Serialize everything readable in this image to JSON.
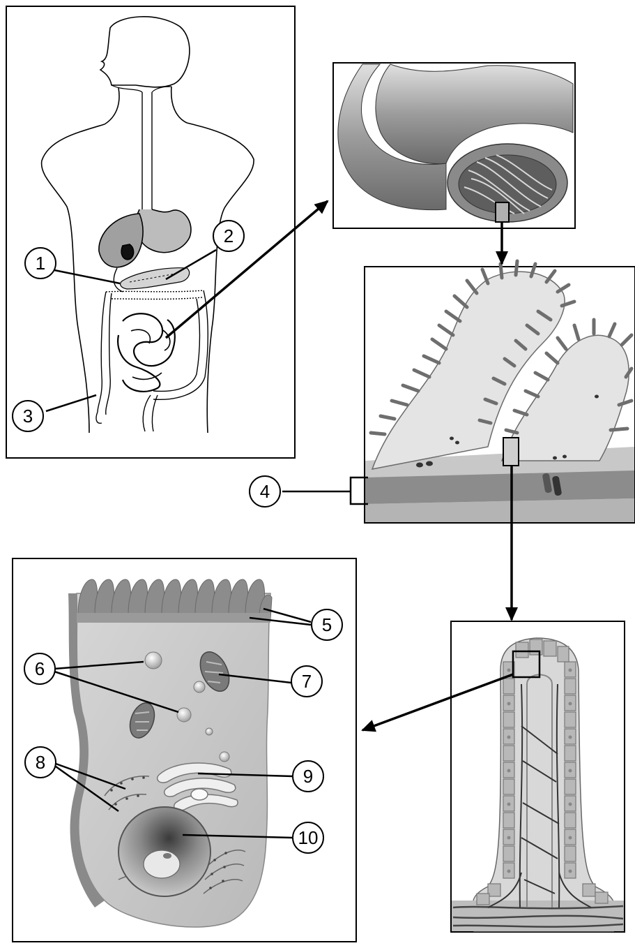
{
  "callouts": [
    {
      "id": "c1",
      "text": "1"
    },
    {
      "id": "c2",
      "text": "2"
    },
    {
      "id": "c3",
      "text": "3"
    },
    {
      "id": "c4",
      "text": "4"
    },
    {
      "id": "c5",
      "text": "5"
    },
    {
      "id": "c6",
      "text": "6"
    },
    {
      "id": "c7",
      "text": "7"
    },
    {
      "id": "c8",
      "text": "8"
    },
    {
      "id": "c9",
      "text": "9"
    },
    {
      "id": "c10",
      "text": "10"
    }
  ],
  "panels": {
    "digestive_system": {
      "icon": "human-torso-digestive-tract-icon"
    },
    "intestine_segment": {
      "icon": "small-intestine-tube-icon"
    },
    "intestinal_wall": {
      "icon": "intestinal-wall-villi-icon"
    },
    "villus": {
      "icon": "single-villus-icon"
    },
    "epithelial_cell": {
      "icon": "epithelial-cell-organelles-icon"
    }
  },
  "colors": {
    "outline": "#000000",
    "tissue_dark": "#6e6e6e",
    "tissue_mid": "#a8a8a8",
    "tissue_light": "#d8d8d8",
    "background": "#ffffff"
  }
}
